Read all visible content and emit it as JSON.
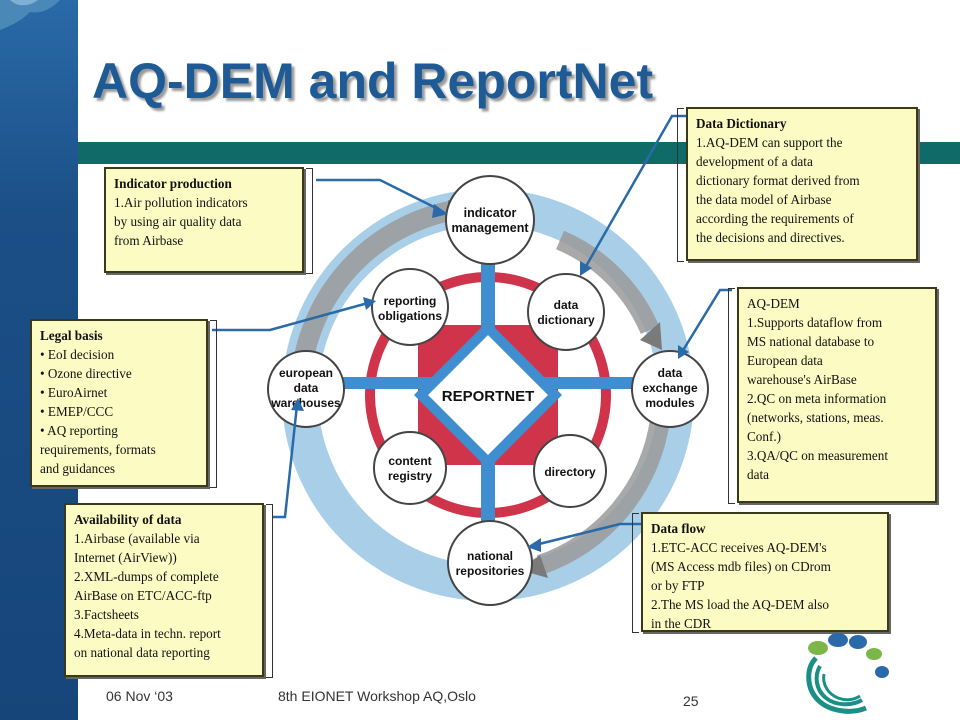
{
  "title": "AQ-DEM and ReportNet",
  "colors": {
    "sidebar": "#1b4f86",
    "band": "#0f6b68",
    "title": "#1e5a96",
    "box_bg": "#fdfbc4",
    "ring_outer": "#a9cfe8",
    "ring_red": "#d0344a",
    "hub_blue": "#3f8fd0"
  },
  "diagram": {
    "center": "REPORTNET",
    "nodes": {
      "indicator": [
        "indicator",
        "management"
      ],
      "reporting": [
        "reporting",
        "obligations"
      ],
      "dictionary": [
        "data",
        "dictionary"
      ],
      "european": [
        "european",
        "data",
        "warehouses"
      ],
      "exchange": [
        "data",
        "exchange",
        "modules"
      ],
      "content": [
        "content",
        "registry"
      ],
      "directory": [
        "directory"
      ],
      "national": [
        "national",
        "repositories"
      ]
    }
  },
  "boxes": {
    "indicator": {
      "head": "Indicator production",
      "items": [
        "1.Air pollution indicators",
        "by using air quality data",
        "from Airbase"
      ]
    },
    "dictionary": {
      "head": "Data Dictionary",
      "items": [
        "1.AQ-DEM can support the",
        "development of a data",
        "dictionary format derived from",
        "the data model of Airbase",
        "according the requirements of",
        "the decisions and directives."
      ]
    },
    "legal": {
      "head": "Legal basis",
      "items": [
        "• EoI decision",
        "• Ozone directive",
        "• EuroAirnet",
        "• EMEP/CCC",
        "• AQ reporting",
        "requirements, formats",
        "and guidances"
      ]
    },
    "aqdem": {
      "head": "AQ-DEM",
      "items": [
        "1.Supports dataflow from",
        "MS national database to",
        "European data",
        "warehouse's AirBase",
        "2.QC on meta information",
        "(networks, stations, meas.",
        "Conf.)",
        "3.QA/QC on measurement",
        "data"
      ]
    },
    "availability": {
      "head": "Availability of data",
      "items": [
        "1.Airbase (available via",
        "Internet (AirView))",
        "2.XML-dumps of complete",
        "AirBase on ETC/ACC-ftp",
        "3.Factsheets",
        "4.Meta-data in techn. report",
        "on national data reporting"
      ]
    },
    "flow": {
      "head": "Data flow",
      "items": [
        "1.ETC-ACC receives AQ-DEM's",
        "(MS Access mdb files) on CDrom",
        "or by FTP",
        "2.The MS load the AQ-DEM also",
        "in the CDR"
      ]
    }
  },
  "footer": {
    "date": "06 Nov ‘03",
    "event": "8th EIONET Workshop AQ,Oslo",
    "page": "25"
  }
}
